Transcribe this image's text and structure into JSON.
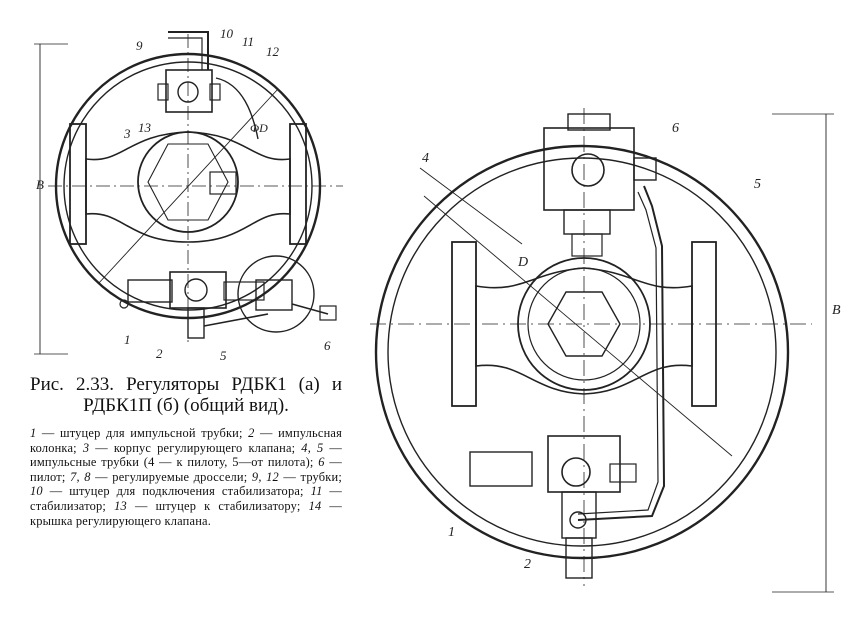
{
  "figure": {
    "caption_title": "Рис. 2.33. Регуляторы РДБК1 (а) и РДБК1П (б) (общий вид).",
    "legend": [
      {
        "num": "1",
        "text": "штуцер для импульсной трубки;"
      },
      {
        "num": "2",
        "text": "импульсная колонка;"
      },
      {
        "num": "3",
        "text": "корпус регулирующего клапана;"
      },
      {
        "num": "4, 5",
        "text": "импульсные трубки (4 — к пилоту, 5—от пилота);"
      },
      {
        "num": "6",
        "text": "пилот;"
      },
      {
        "num": "7, 8",
        "text": "регулируемые дроссели;"
      },
      {
        "num": "9, 12",
        "text": "трубки;"
      },
      {
        "num": "10",
        "text": "штуцер для подключения стабилизатора;"
      },
      {
        "num": "11",
        "text": "стабилизатор;"
      },
      {
        "num": "13",
        "text": "штуцер к стабилизатору;"
      },
      {
        "num": "14",
        "text": "крышка регулирующего клапана."
      }
    ]
  },
  "drawing_a": {
    "labels": {
      "n9": "9",
      "n10": "10",
      "n11": "11",
      "n12": "12",
      "n13": "13",
      "n3": "3",
      "nB": "B",
      "nD": "ΦD",
      "n1": "1",
      "n2": "2",
      "n5": "5",
      "n6": "6"
    }
  },
  "drawing_b": {
    "labels": {
      "n4": "4",
      "n5": "5",
      "n6": "6",
      "nD": "D",
      "nB": "B",
      "n1": "1",
      "n2": "2"
    }
  }
}
